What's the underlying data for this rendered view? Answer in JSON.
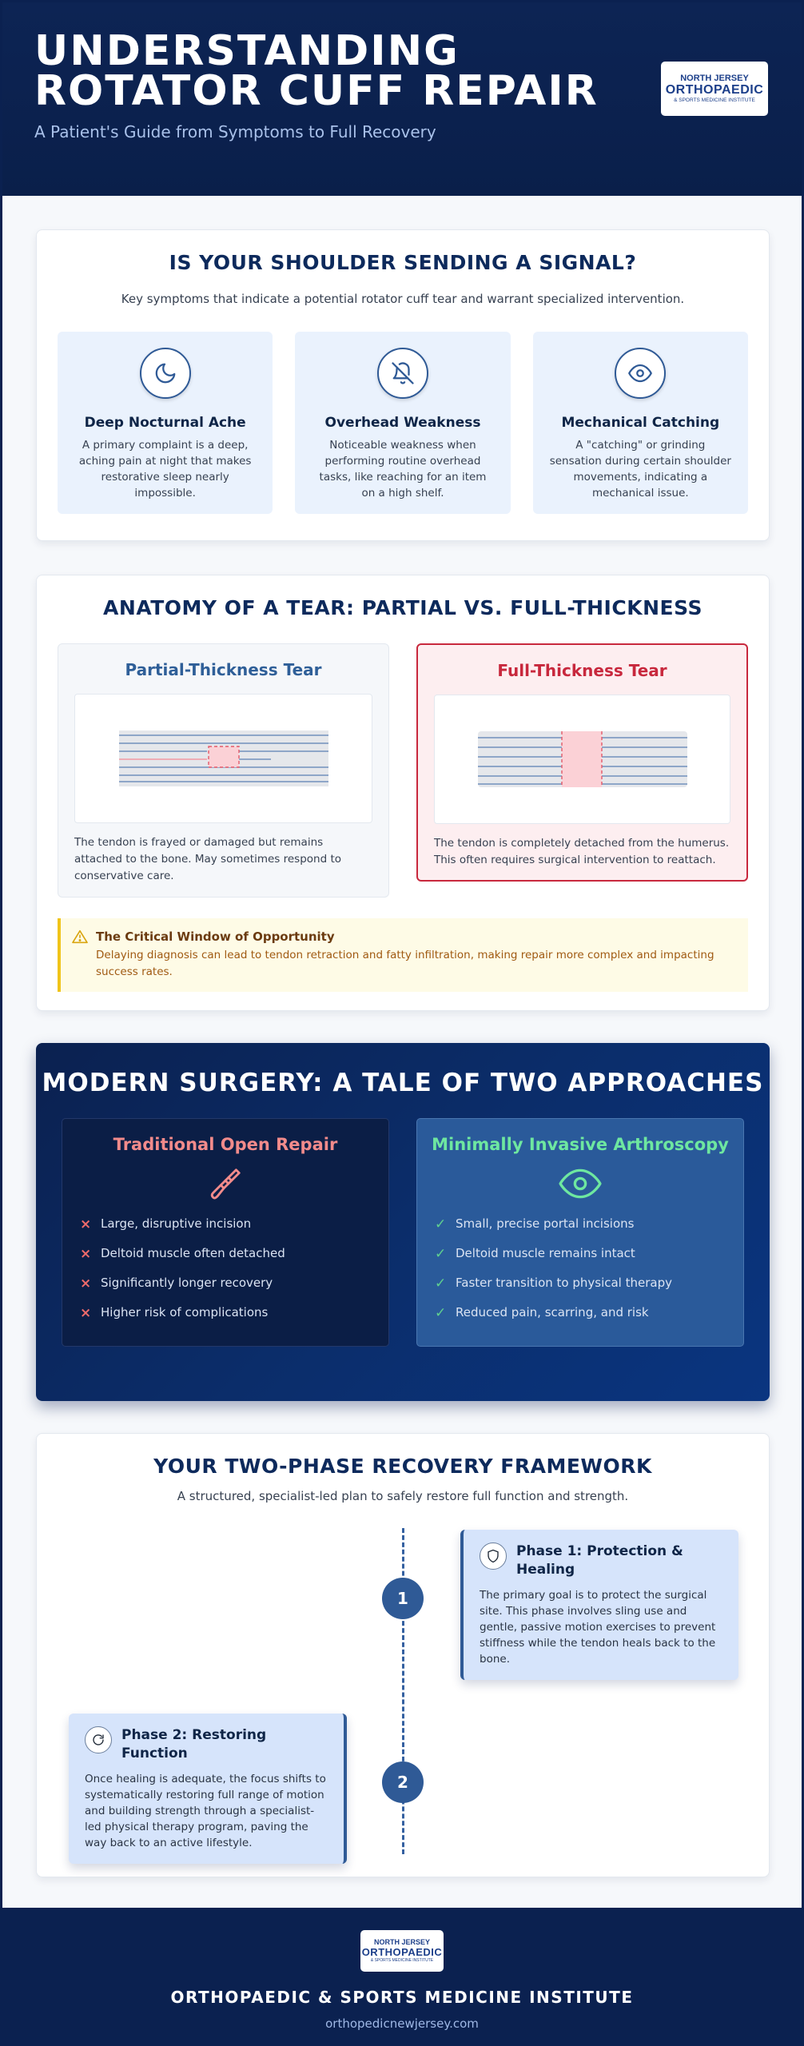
{
  "header": {
    "title": "UNDERSTANDING ROTATOR CUFF REPAIR",
    "subtitle": "A Patient's Guide from Symptoms to Full Recovery",
    "logo": {
      "line1": "NORTH  JERSEY",
      "line2": "ORTHOPAEDIC",
      "line3": "& SPORTS MEDICINE INSTITUTE"
    }
  },
  "symptoms": {
    "title": "IS YOUR SHOULDER SENDING A SIGNAL?",
    "description": "Key symptoms that indicate a potential rotator cuff tear and warrant specialized intervention.",
    "items": [
      {
        "icon": "moon-icon",
        "title": "Deep Nocturnal Ache",
        "text": "A primary complaint is a deep, aching pain at night that makes restorative sleep nearly impossible."
      },
      {
        "icon": "bell-off-icon",
        "title": "Overhead Weakness",
        "text": "Noticeable weakness when performing routine overhead tasks, like reaching for an item on a high shelf."
      },
      {
        "icon": "eye-icon",
        "title": "Mechanical Catching",
        "text": "A \"catching\" or grinding sensation during certain shoulder movements, indicating a mechanical issue."
      }
    ]
  },
  "anatomy": {
    "title": "ANATOMY OF A TEAR: PARTIAL VS. FULL-THICKNESS",
    "partial": {
      "title": "Partial-Thickness Tear",
      "text": "The tendon is frayed or damaged but remains attached to the bone. May sometimes respond to conservative care."
    },
    "full": {
      "title": "Full-Thickness Tear",
      "text": "The tendon is completely detached from the humerus. This often requires surgical intervention to reattach."
    },
    "alert": {
      "title": "The Critical Window of Opportunity",
      "text": "Delaying diagnosis can lead to tendon retraction and fatty infiltration, making repair more complex and impacting success rates."
    },
    "colors": {
      "partial": "#2f5f98",
      "full": "#c8283d"
    }
  },
  "surgery": {
    "title": "MODERN SURGERY: A TALE OF TWO APPROACHES",
    "traditional": {
      "title": "Traditional Open Repair",
      "icon": "scalpel-icon",
      "items": [
        "Large, disruptive incision",
        "Deltoid muscle often detached",
        "Significantly longer recovery",
        "Higher risk of complications"
      ]
    },
    "minimal": {
      "title": "Minimally Invasive Arthroscopy",
      "icon": "eye-icon",
      "items": [
        "Small, precise portal incisions",
        "Deltoid muscle remains intact",
        "Faster transition to physical therapy",
        "Reduced pain, scarring, and risk"
      ]
    },
    "marks": {
      "negative": "×",
      "positive": "✓"
    }
  },
  "recovery": {
    "title": "YOUR TWO-PHASE RECOVERY FRAMEWORK",
    "description": "A structured, specialist-led plan to safely restore full function and strength.",
    "phases": [
      {
        "number": "1",
        "icon": "shield-icon",
        "title": "Phase 1: Protection & Healing",
        "text": "The primary goal is to protect the surgical site. This phase involves sling use and gentle, passive motion exercises to prevent stiffness while the tendon heals back to the bone."
      },
      {
        "number": "2",
        "icon": "refresh-icon",
        "title": "Phase 2: Restoring Function",
        "text": "Once healing is adequate, the focus shifts to systematically restoring full range of motion and building strength through a specialist-led physical therapy program, paving the way back to an active lifestyle."
      }
    ]
  },
  "footer": {
    "name": "ORTHOPAEDIC & SPORTS MEDICINE INSTITUTE",
    "url": "orthopedicnewjersey.com"
  }
}
